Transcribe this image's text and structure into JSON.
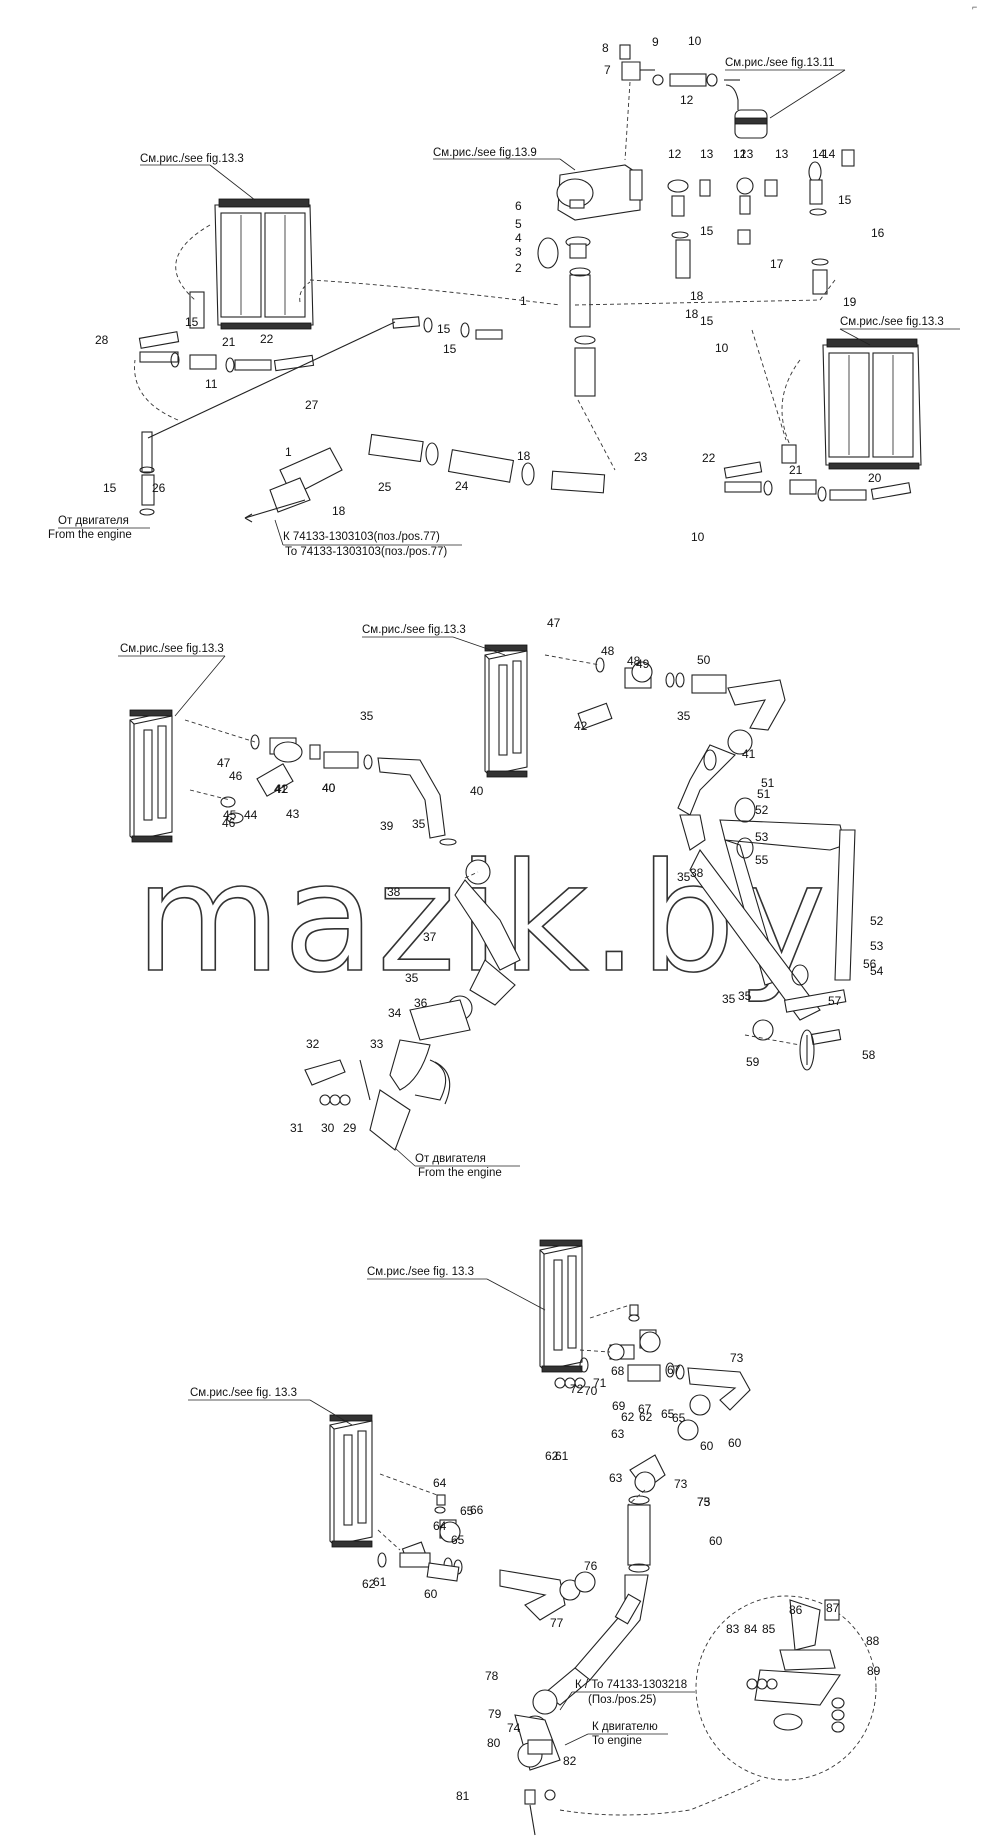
{
  "watermark": "mazik.by",
  "corner_mark": "⌐",
  "diagram_1": {
    "refs": {
      "fig13_3_left": "См.рис./see fig.13.3",
      "fig13_9": "См.рис./see fig.13.9",
      "fig13_11": "См.рис./see fig.13.11",
      "fig13_3_right": "См.рис./see fig.13.3",
      "from_engine_ru": "От двигателя",
      "from_engine_en": "From the engine",
      "to_ru": "К 74133-1303103(поз./pos.77)",
      "to_en": "To 74133-1303103(поз./pos.77)"
    },
    "labels": [
      "1",
      "2",
      "3",
      "4",
      "5",
      "6",
      "7",
      "8",
      "9",
      "10",
      "10",
      "10",
      "11",
      "12",
      "12",
      "12",
      "13",
      "13",
      "13",
      "14",
      "14",
      "15",
      "15",
      "15",
      "15",
      "15",
      "15",
      "15",
      "16",
      "17",
      "18",
      "18",
      "18",
      "18",
      "19",
      "20",
      "21",
      "21",
      "22",
      "22",
      "23",
      "24",
      "25",
      "26",
      "27",
      "28",
      "1"
    ]
  },
  "diagram_2": {
    "refs": {
      "fig13_3_left": "См.рис./see fig.13.3",
      "fig13_3_right": "См.рис./see fig.13.3",
      "from_engine_ru": "От двигателя",
      "from_engine_en": "From the engine"
    },
    "labels": [
      "29",
      "30",
      "31",
      "32",
      "33",
      "34",
      "35",
      "35",
      "35",
      "35",
      "35",
      "35",
      "35",
      "36",
      "37",
      "38",
      "38",
      "39",
      "40",
      "40",
      "40",
      "41",
      "41",
      "42",
      "42",
      "43",
      "44",
      "45",
      "46",
      "46",
      "47",
      "47",
      "48",
      "48",
      "49",
      "50",
      "51",
      "51",
      "52",
      "52",
      "53",
      "53",
      "54",
      "55",
      "56",
      "57",
      "58",
      "59"
    ]
  },
  "diagram_3": {
    "refs": {
      "fig13_3_top": "См.рис./see fig. 13.3",
      "fig13_3_left": "См.рис./see fig.  13.3",
      "to_pos25_ru_en": "К / To 74133-1303218",
      "to_pos25_pos": "(Поз./pos.25)",
      "to_engine_ru": "К двигателю",
      "to_engine_en": "To engine"
    },
    "labels": [
      "60",
      "60",
      "60",
      "60",
      "61",
      "61",
      "62",
      "62",
      "62",
      "62",
      "63",
      "63",
      "64",
      "64",
      "65",
      "65",
      "65",
      "65",
      "66",
      "67",
      "67",
      "68",
      "69",
      "70",
      "71",
      "72",
      "73",
      "73",
      "73",
      "74",
      "75",
      "76",
      "77",
      "78",
      "79",
      "80",
      "81",
      "82",
      "83",
      "84",
      "85",
      "86",
      "87",
      "88",
      "89"
    ]
  }
}
